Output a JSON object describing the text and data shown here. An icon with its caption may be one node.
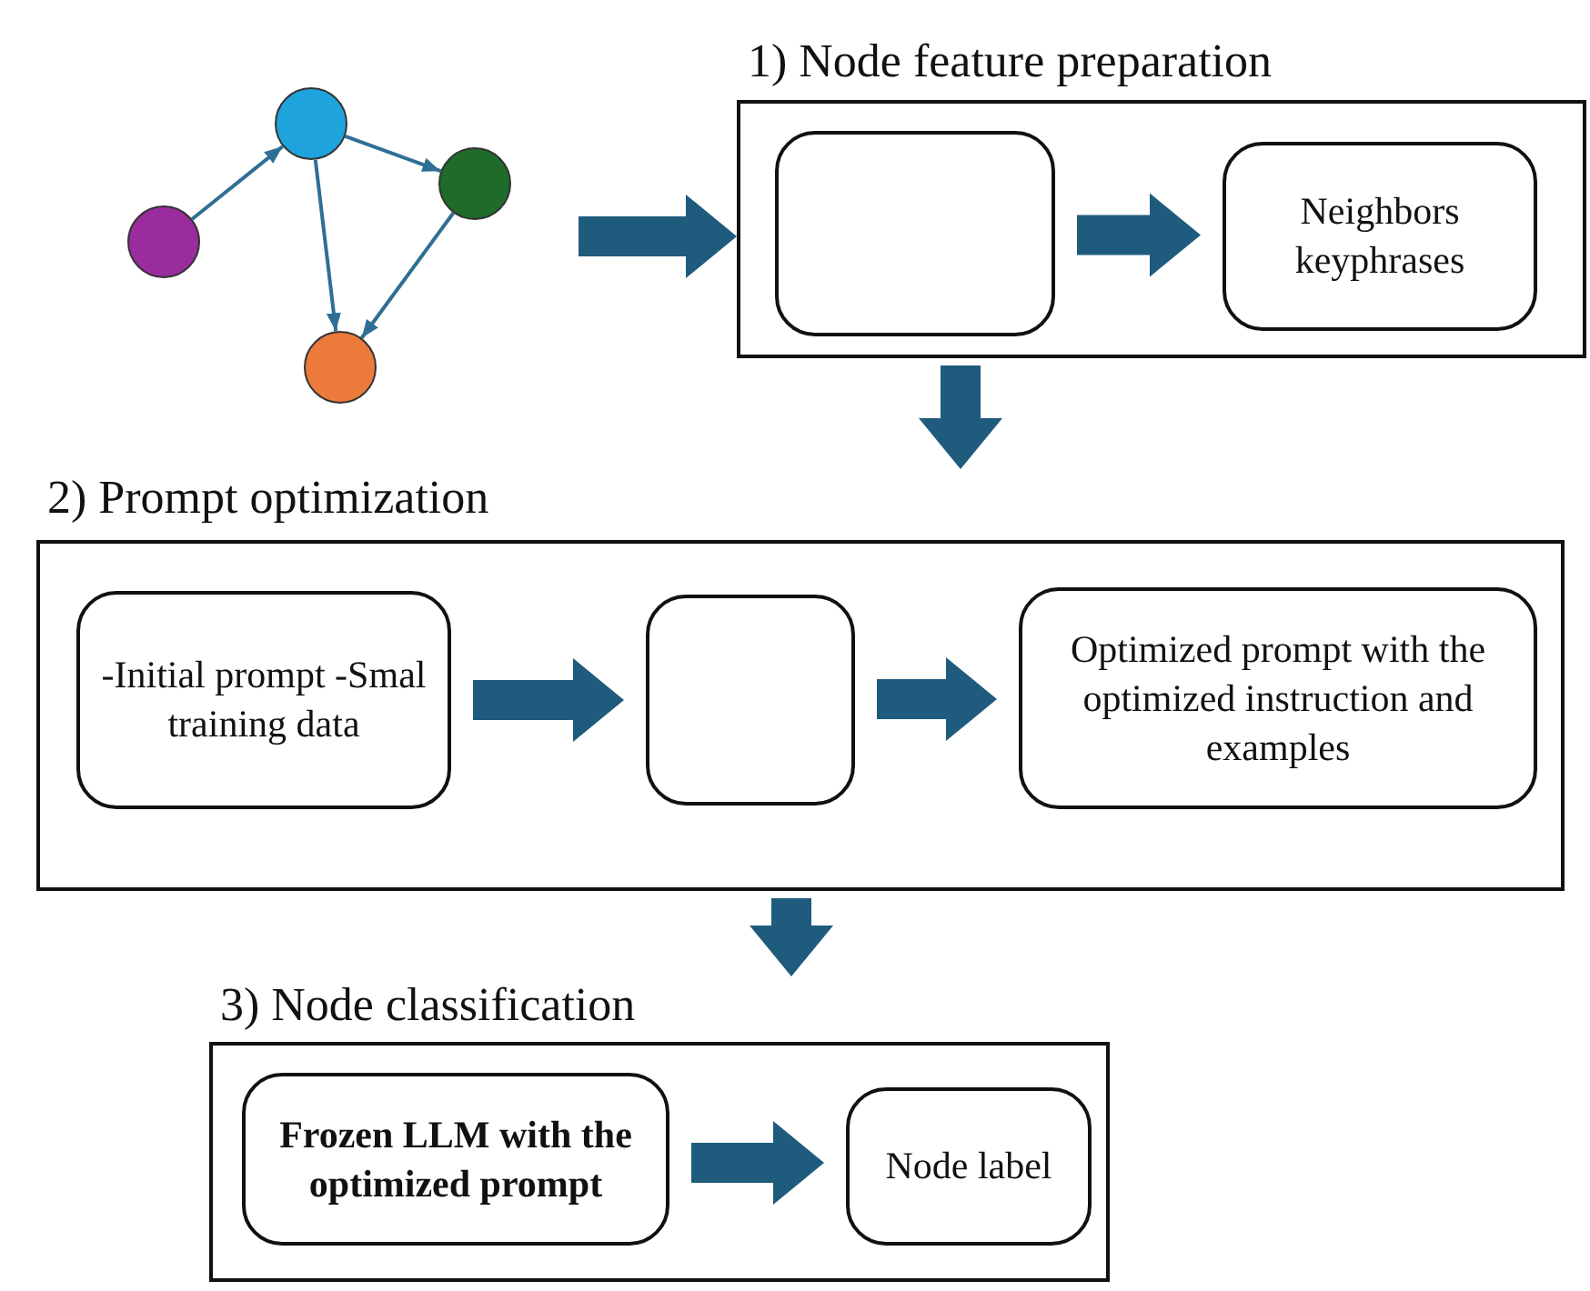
{
  "diagram": {
    "nodes": [
      {
        "text": [],
        "shape": "circle"
      },
      {
        "text": [],
        "shape": "circle"
      },
      {
        "text": [],
        "shape": "circle"
      },
      {
        "text": [],
        "shape": "circle"
      },
      {
        "text": [
          "1) Node feature preparation"
        ]
      },
      {
        "text": [],
        "shape": "box",
        "in": 4
      },
      {
        "text": [
          "Neighbors keyphrases"
        ],
        "in": 4
      },
      {
        "text": [
          "2) Prompt optimization"
        ]
      },
      {
        "text": [
          "-Initial prompt -Smal training data"
        ],
        "in": 7
      },
      {
        "text": [],
        "shape": "box",
        "in": 7
      },
      {
        "text": [
          "Optimized prompt with the optimized instruction and examples"
        ],
        "in": 7
      },
      {
        "text": [
          "3) Node classification"
        ]
      },
      {
        "text": [
          "Frozen LLM with the optimized prompt"
        ],
        "in": 11
      },
      {
        "text": [
          "Node label"
        ],
        "in": 11
      }
    ],
    "edges": [
      {
        "from": 0,
        "to": 1,
        "arrow": "to",
        "color": "#2f6f96"
      },
      {
        "from": 1,
        "to": 2,
        "arrow": "to",
        "color": "#2f6f96"
      },
      {
        "from": 1,
        "to": 3,
        "arrow": "to",
        "color": "#2f6f96"
      },
      {
        "from": 2,
        "to": 3,
        "arrow": "to",
        "color": "#2f6f96"
      },
      {
        "from": null,
        "to": 4,
        "arrow": "to"
      },
      {
        "from": 5,
        "to": 6,
        "arrow": "to"
      },
      {
        "from": 4,
        "to": 7,
        "arrow": "to"
      },
      {
        "from": 8,
        "to": 9,
        "arrow": "to"
      },
      {
        "from": 9,
        "to": 10,
        "arrow": "to"
      },
      {
        "from": 7,
        "to": 11,
        "arrow": "to"
      },
      {
        "from": 12,
        "to": 13,
        "arrow": "to"
      }
    ]
  }
}
